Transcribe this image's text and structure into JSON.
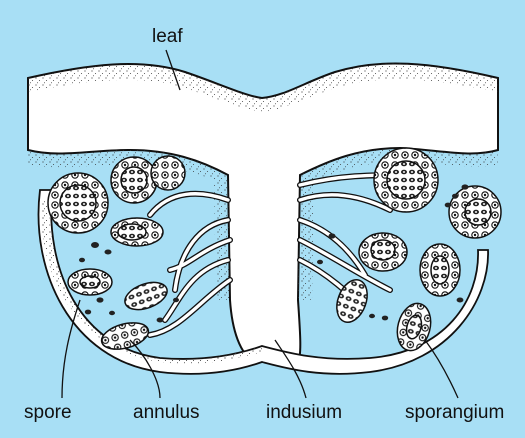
{
  "diagram": {
    "labels": {
      "leaf": "leaf",
      "spore": "spore",
      "annulus": "annulus",
      "indusium": "indusium",
      "sporangium": "sporangium"
    },
    "colors": {
      "background": "#a8dff5",
      "tissue": "#ffffff",
      "outline": "#111111",
      "stipple": "#333333"
    }
  }
}
